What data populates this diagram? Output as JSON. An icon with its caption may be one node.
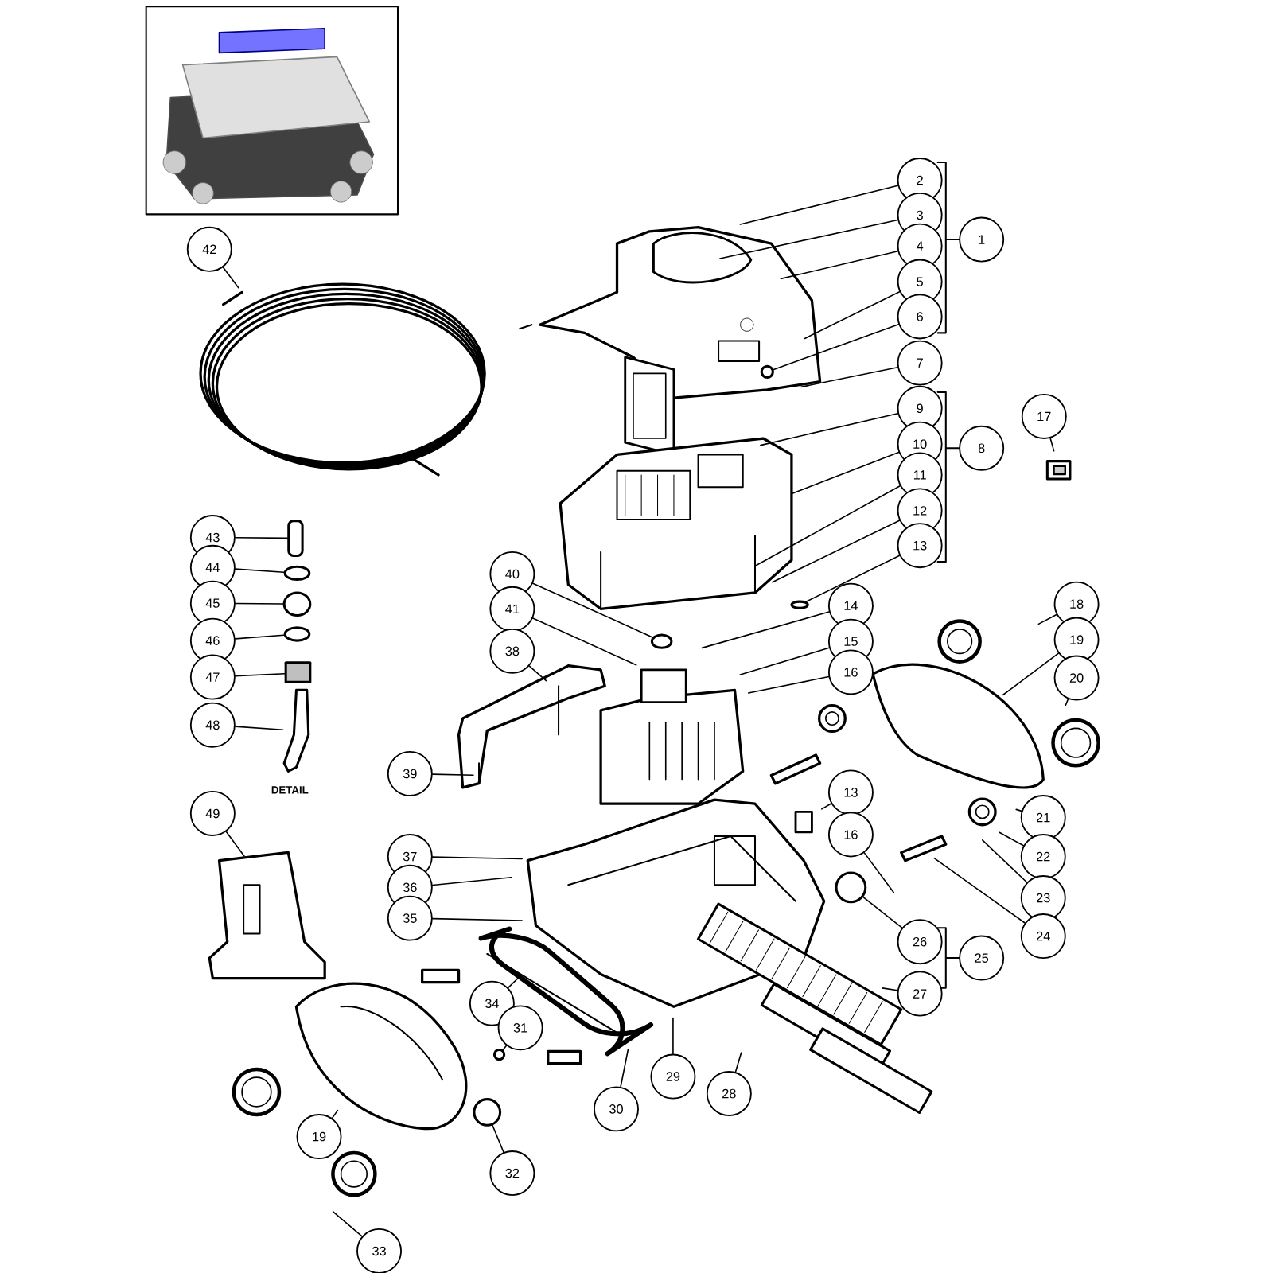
{
  "diagram": {
    "nodes": [
      {
        "text": [
          "2"
        ]
      },
      {
        "text": [
          "3"
        ]
      },
      {
        "text": [
          "1"
        ]
      },
      {
        "text": [
          "4"
        ]
      },
      {
        "text": [
          "42"
        ]
      },
      {
        "text": [
          "5"
        ]
      },
      {
        "text": [
          "6"
        ]
      },
      {
        "text": [
          "7"
        ]
      },
      {
        "text": [
          "9"
        ]
      },
      {
        "text": [
          "17"
        ]
      },
      {
        "text": [
          "10"
        ]
      },
      {
        "text": [
          "8"
        ]
      },
      {
        "text": [
          "11"
        ]
      },
      {
        "text": [
          "12"
        ]
      },
      {
        "text": [
          "43"
        ]
      },
      {
        "text": [
          "13"
        ]
      },
      {
        "text": [
          "44"
        ]
      },
      {
        "text": [
          "40"
        ]
      },
      {
        "text": [
          "45"
        ]
      },
      {
        "text": [
          "14"
        ]
      },
      {
        "text": [
          "18"
        ]
      },
      {
        "text": [
          "41"
        ]
      },
      {
        "text": [
          "46"
        ]
      },
      {
        "text": [
          "15"
        ]
      },
      {
        "text": [
          "19"
        ]
      },
      {
        "text": [
          "38"
        ]
      },
      {
        "text": [
          "16"
        ]
      },
      {
        "text": [
          "47"
        ]
      },
      {
        "text": [
          "20"
        ]
      },
      {
        "text": [
          "48"
        ]
      },
      {
        "text": [
          "39"
        ]
      },
      {
        "text": [
          "13"
        ]
      },
      {
        "text": [
          "49"
        ]
      },
      {
        "text": [
          "21"
        ]
      },
      {
        "text": [
          "16"
        ]
      },
      {
        "text": [
          "22"
        ]
      },
      {
        "text": [
          "37"
        ]
      },
      {
        "text": [
          "36"
        ]
      },
      {
        "text": [
          "23"
        ]
      },
      {
        "text": [
          "35"
        ]
      },
      {
        "text": [
          "24"
        ]
      },
      {
        "text": [
          "26"
        ]
      },
      {
        "text": [
          "25"
        ]
      },
      {
        "text": [
          "27"
        ]
      },
      {
        "text": [
          "34"
        ]
      },
      {
        "text": [
          "31"
        ]
      },
      {
        "text": [
          "29"
        ]
      },
      {
        "text": [
          "28"
        ]
      },
      {
        "text": [
          "30"
        ]
      },
      {
        "text": [
          "19"
        ]
      },
      {
        "text": [
          "32"
        ]
      },
      {
        "text": [
          "33"
        ]
      },
      {
        "text": [],
        "shape": "circle"
      },
      {
        "text": [],
        "shape": "circle"
      },
      {
        "text": [],
        "shape": "circle"
      },
      {
        "text": [],
        "shape": "box"
      },
      {
        "text": [],
        "shape": "circle"
      },
      {
        "text": [],
        "shape": "circle"
      },
      {
        "text": [],
        "shape": "circle"
      },
      {
        "text": [],
        "shape": "cylinder"
      },
      {
        "text": [],
        "shape": "picture"
      },
      {
        "text": [],
        "shape": "circle"
      },
      {
        "text": [],
        "shape": "circle"
      },
      {
        "text": [],
        "shape": "circle"
      }
    ],
    "edges": [
      {
        "from": 0,
        "to": null,
        "arrow": "none"
      },
      {
        "from": 1,
        "to": null,
        "arrow": "none"
      },
      {
        "from": 3,
        "to": null,
        "arrow": "none"
      },
      {
        "from": 4,
        "to": null,
        "arrow": "none"
      },
      {
        "from": 5,
        "to": null,
        "arrow": "none"
      },
      {
        "from": 6,
        "to": 52,
        "arrow": "none"
      },
      {
        "from": 7,
        "to": null,
        "arrow": "none"
      },
      {
        "from": 8,
        "to": null,
        "arrow": "none"
      },
      {
        "from": 9,
        "to": null,
        "arrow": "none"
      },
      {
        "from": 10,
        "to": null,
        "arrow": "none"
      },
      {
        "from": 12,
        "to": null,
        "arrow": "none"
      },
      {
        "from": 13,
        "to": null,
        "arrow": "none"
      },
      {
        "from": 14,
        "to": 55,
        "arrow": "none"
      },
      {
        "from": 15,
        "to": 53,
        "arrow": "none"
      },
      {
        "from": 16,
        "to": 56,
        "arrow": "none"
      },
      {
        "from": 17,
        "to": 54,
        "arrow": "none"
      },
      {
        "from": 18,
        "to": 57,
        "arrow": "none"
      },
      {
        "from": 19,
        "to": null,
        "arrow": "none"
      },
      {
        "from": 20,
        "to": null,
        "arrow": "none"
      },
      {
        "from": 21,
        "to": null,
        "arrow": "none"
      },
      {
        "from": 22,
        "to": 58,
        "arrow": "none"
      },
      {
        "from": 23,
        "to": null,
        "arrow": "none"
      },
      {
        "from": 24,
        "to": null,
        "arrow": "none"
      },
      {
        "from": 25,
        "to": null,
        "arrow": "none"
      },
      {
        "from": 26,
        "to": null,
        "arrow": "none"
      },
      {
        "from": 27,
        "to": 59,
        "arrow": "none"
      },
      {
        "from": 28,
        "to": null,
        "arrow": "none"
      },
      {
        "from": 29,
        "to": 60,
        "arrow": "none"
      },
      {
        "from": 30,
        "to": null,
        "arrow": "none"
      },
      {
        "from": 31,
        "to": null,
        "arrow": "none"
      },
      {
        "from": 32,
        "to": null,
        "arrow": "none"
      },
      {
        "from": 33,
        "to": null,
        "arrow": "none"
      },
      {
        "from": 34,
        "to": null,
        "arrow": "none"
      },
      {
        "from": 35,
        "to": null,
        "arrow": "none"
      },
      {
        "from": 36,
        "to": null,
        "arrow": "none"
      },
      {
        "from": 37,
        "to": null,
        "arrow": "none"
      },
      {
        "from": 38,
        "to": null,
        "arrow": "none"
      },
      {
        "from": 39,
        "to": null,
        "arrow": "none"
      },
      {
        "from": 40,
        "to": null,
        "arrow": "none"
      },
      {
        "from": 41,
        "to": 61,
        "arrow": "none"
      },
      {
        "from": 43,
        "to": null,
        "arrow": "none"
      },
      {
        "from": 44,
        "to": null,
        "arrow": "none"
      },
      {
        "from": 45,
        "to": 62,
        "arrow": "none"
      },
      {
        "from": 46,
        "to": null,
        "arrow": "none"
      },
      {
        "from": 47,
        "to": null,
        "arrow": "none"
      },
      {
        "from": 48,
        "to": null,
        "arrow": "none"
      },
      {
        "from": 49,
        "to": null,
        "arrow": "none"
      },
      {
        "from": 50,
        "to": 63,
        "arrow": "none"
      },
      {
        "from": 51,
        "to": null,
        "arrow": "none"
      }
    ],
    "labels": [
      "DETAIL"
    ]
  }
}
